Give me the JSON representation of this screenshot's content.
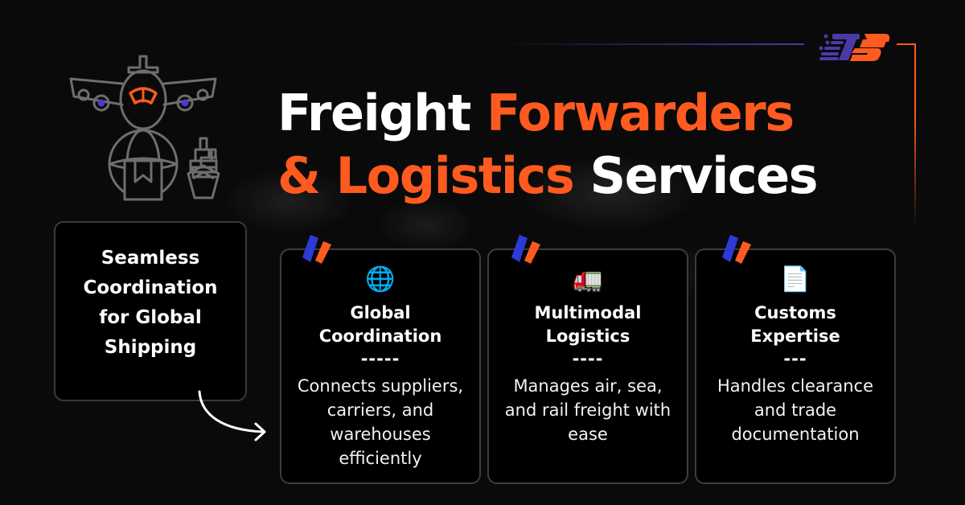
{
  "brand": {
    "logo_text": "TS",
    "colors": {
      "primary_orange": "#ff5a1f",
      "brand_blue": "#2d3ad6",
      "logo_purple": "#4a3aa8",
      "background": "#0a0a0a",
      "card_border": "#3d3d3d"
    }
  },
  "header": {
    "title_line1_white": "Freight",
    "title_line1_orange": "Forwarders",
    "title_line2_orange": "& Logistics",
    "title_line2_white": "Services"
  },
  "hero_icon": {
    "name": "airplane-globe-ship-icon"
  },
  "intro": {
    "text": "Seamless Coordination for Global Shipping"
  },
  "cards": [
    {
      "icon": "🌐",
      "icon_name": "globe-icon",
      "title_line1": "Global",
      "title_line2": "Coordination",
      "divider": "-----",
      "description": "Connects suppliers, carriers, and warehouses efficiently"
    },
    {
      "icon": "🚛",
      "icon_name": "truck-icon",
      "title_line1": "Multimodal",
      "title_line2": "Logistics",
      "divider": "----",
      "description": "Manages air, sea, and rail freight with ease"
    },
    {
      "icon": "📄",
      "icon_name": "document-icon",
      "title_line1": "Customs",
      "title_line2": "Expertise",
      "divider": "---",
      "description": "Handles clearance and trade documentation"
    }
  ]
}
